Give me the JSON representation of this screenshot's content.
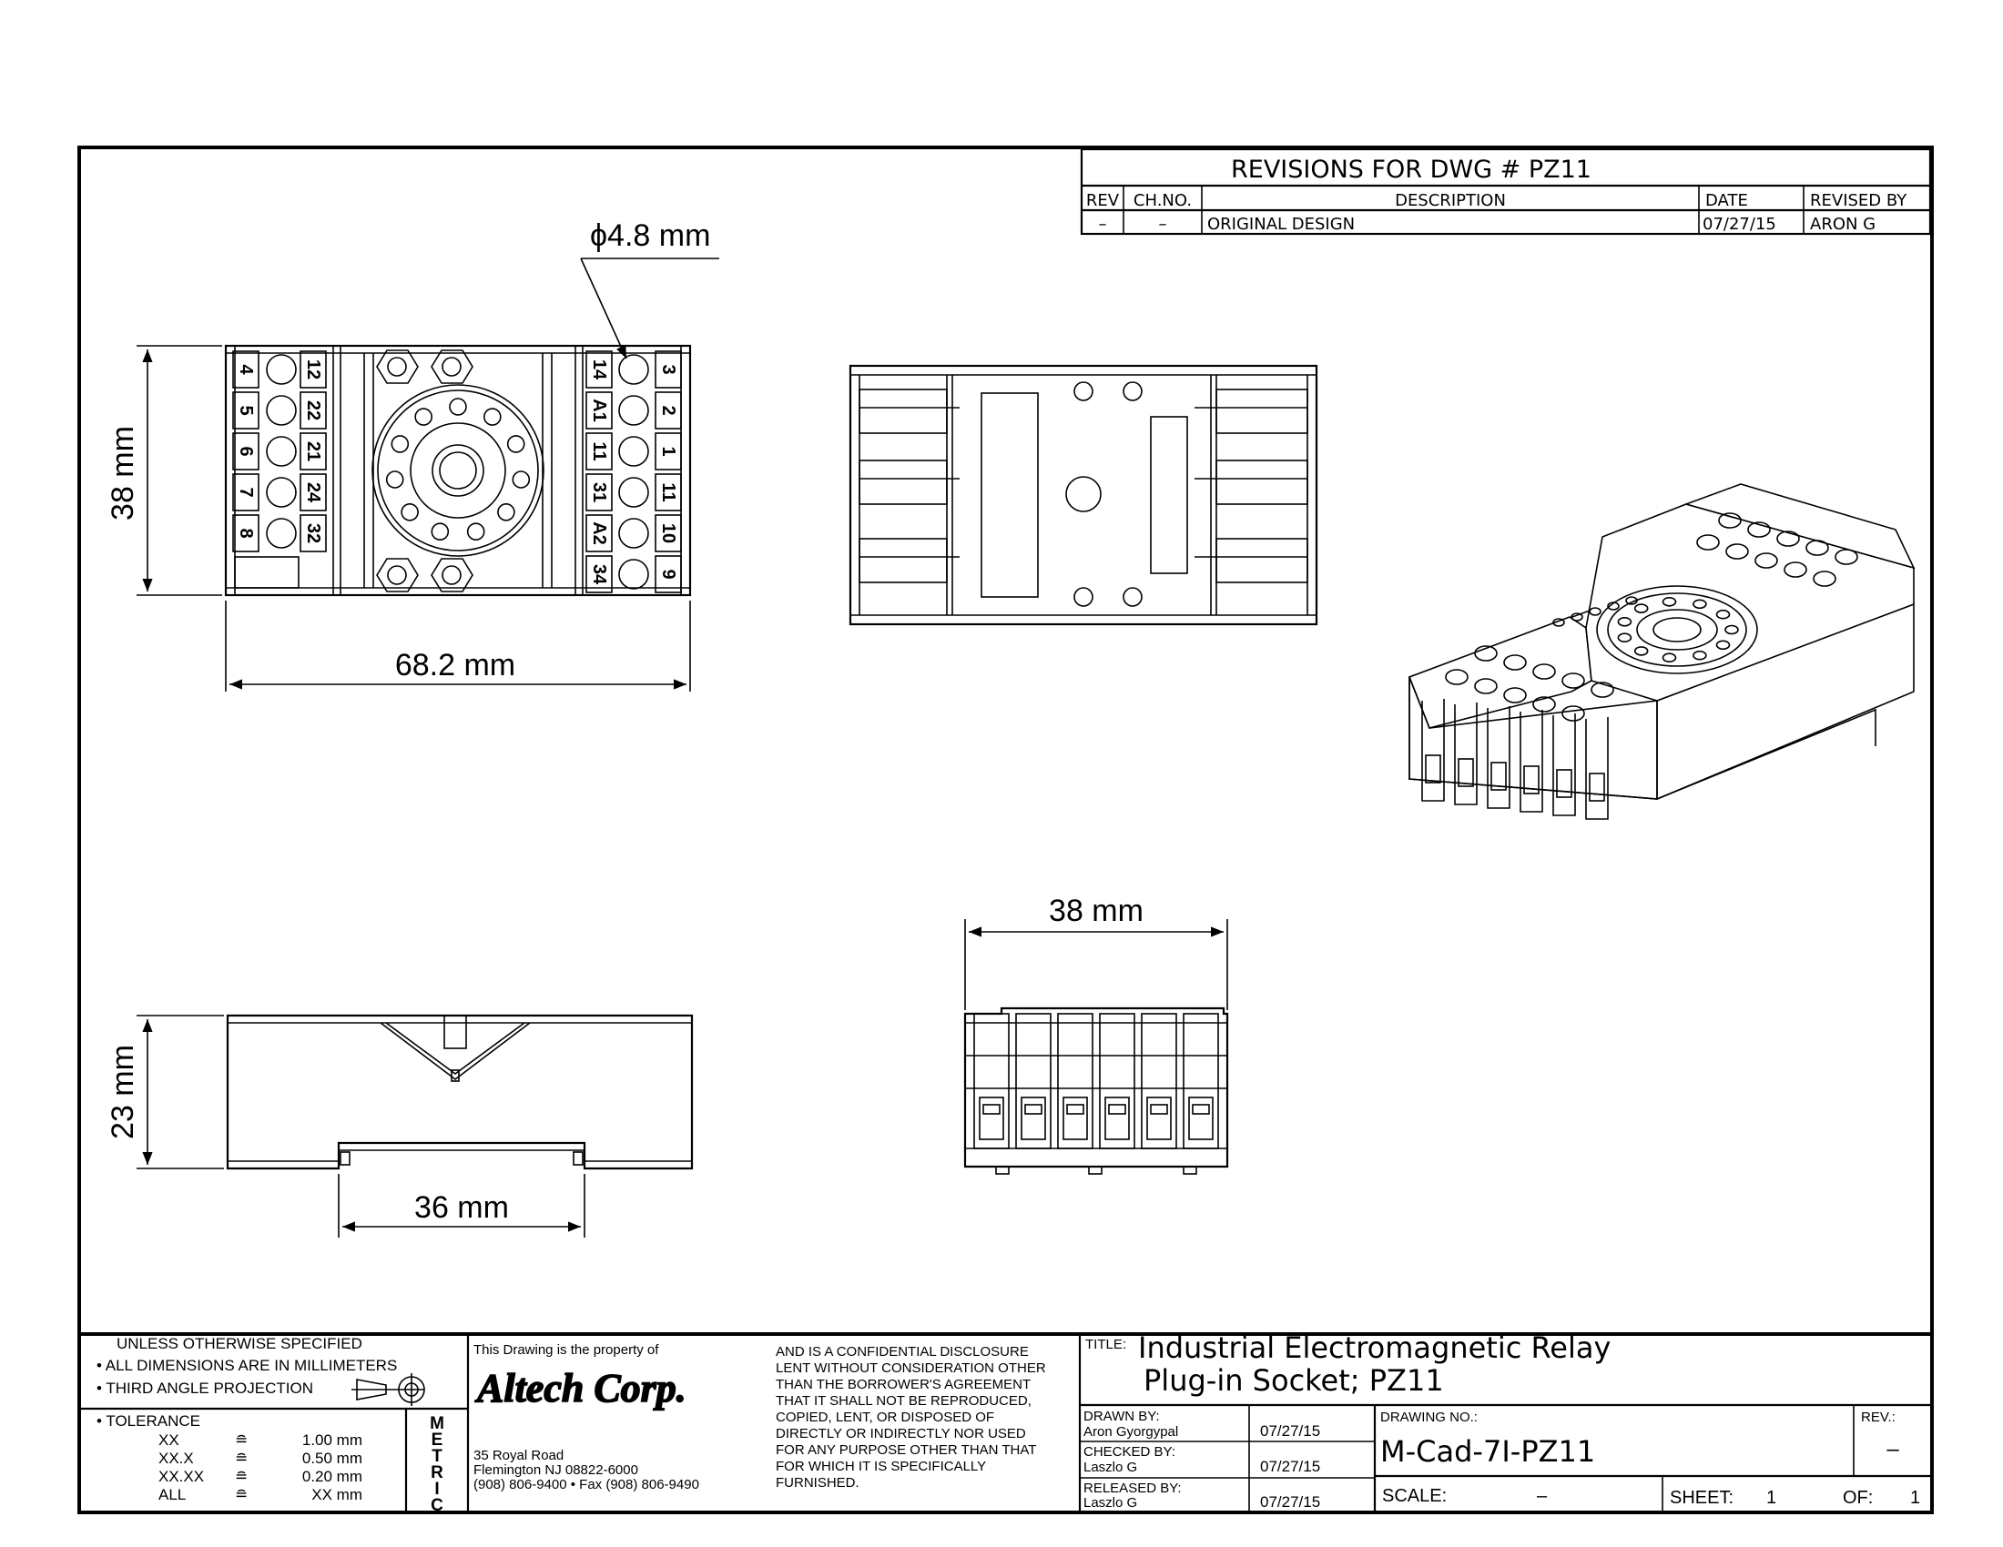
{
  "revisions": {
    "title": "REVISIONS FOR DWG # PZ11",
    "headers": [
      "REV",
      "CH.NO.",
      "DESCRIPTION",
      "DATE",
      "REVISED BY"
    ],
    "rows": [
      [
        "–",
        "–",
        "ORIGINAL DESIGN",
        "07/27/15",
        "ARON G"
      ]
    ]
  },
  "dimensions": {
    "hole": "ϕ4.8 mm",
    "top_height": "38 mm",
    "top_width": "68.2 mm",
    "side_height": "23 mm",
    "side_width": "36 mm",
    "end_width": "38 mm"
  },
  "terminals": {
    "left_outer": [
      "4",
      "5",
      "6",
      "7",
      "8"
    ],
    "left_inner": [
      "12",
      "22",
      "21",
      "24",
      "32"
    ],
    "right_inner": [
      "14",
      "A1",
      "11",
      "31",
      "A2",
      "34"
    ],
    "right_outer": [
      "3",
      "2",
      "1",
      "11",
      "10",
      "9"
    ]
  },
  "notes": {
    "unless": "UNLESS OTHERWISE SPECIFIED",
    "dims": "• ALL DIMENSIONS ARE IN MILLIMETERS",
    "projection": "• THIRD ANGLE PROJECTION",
    "tolerance_title": "• TOLERANCE",
    "tolerance": [
      {
        "label": "XX",
        "sym": "≘",
        "value": "1.00 mm"
      },
      {
        "label": "XX.X",
        "sym": "≘",
        "value": "0.50 mm"
      },
      {
        "label": "XX.XX",
        "sym": "≘",
        "value": "0.20 mm"
      },
      {
        "label": "ALL",
        "sym": "≘",
        "value": "XX mm"
      }
    ],
    "metric_letters": [
      "M",
      "E",
      "T",
      "R",
      "I",
      "C"
    ]
  },
  "company": {
    "property": "This Drawing is the property of",
    "logo_text": "Altech Corp.",
    "address1": "35 Royal Road",
    "address2": "Flemington NJ 08822-6000",
    "phone": "(908) 806-9400 • Fax (908) 806-9490",
    "confidential": [
      "AND IS A CONFIDENTIAL DISCLOSURE",
      "LENT WITHOUT CONSIDERATION OTHER",
      "THAN THE BORROWER'S AGREEMENT",
      "THAT IT SHALL NOT BE REPRODUCED,",
      "COPIED, LENT, OR DISPOSED OF",
      "DIRECTLY OR INDIRECTLY NOR USED",
      "FOR ANY PURPOSE OTHER THAN THAT",
      "FOR WHICH IT IS SPECIFICALLY",
      "FURNISHED."
    ]
  },
  "title_block": {
    "title_label": "TITLE:",
    "title_line1": "Industrial Electromagnetic Relay",
    "title_line2": "Plug-in Socket; PZ11",
    "drawn_by_label": "DRAWN BY:",
    "drawn_by": "Aron Gyorgypal",
    "drawn_date": "07/27/15",
    "checked_by_label": "CHECKED BY:",
    "checked_by": "Laszlo G",
    "checked_date": "07/27/15",
    "released_by_label": "RELEASED BY:",
    "released_by": "Laszlo G",
    "released_date": "07/27/15",
    "drawing_no_label": "DRAWING NO.:",
    "drawing_no": "M-Cad-7I-PZ11",
    "rev_label": "REV.:",
    "rev": "–",
    "scale_label": "SCALE:",
    "scale": "–",
    "sheet_label": "SHEET:",
    "sheet": "1",
    "of_label": "OF:",
    "of": "1"
  }
}
